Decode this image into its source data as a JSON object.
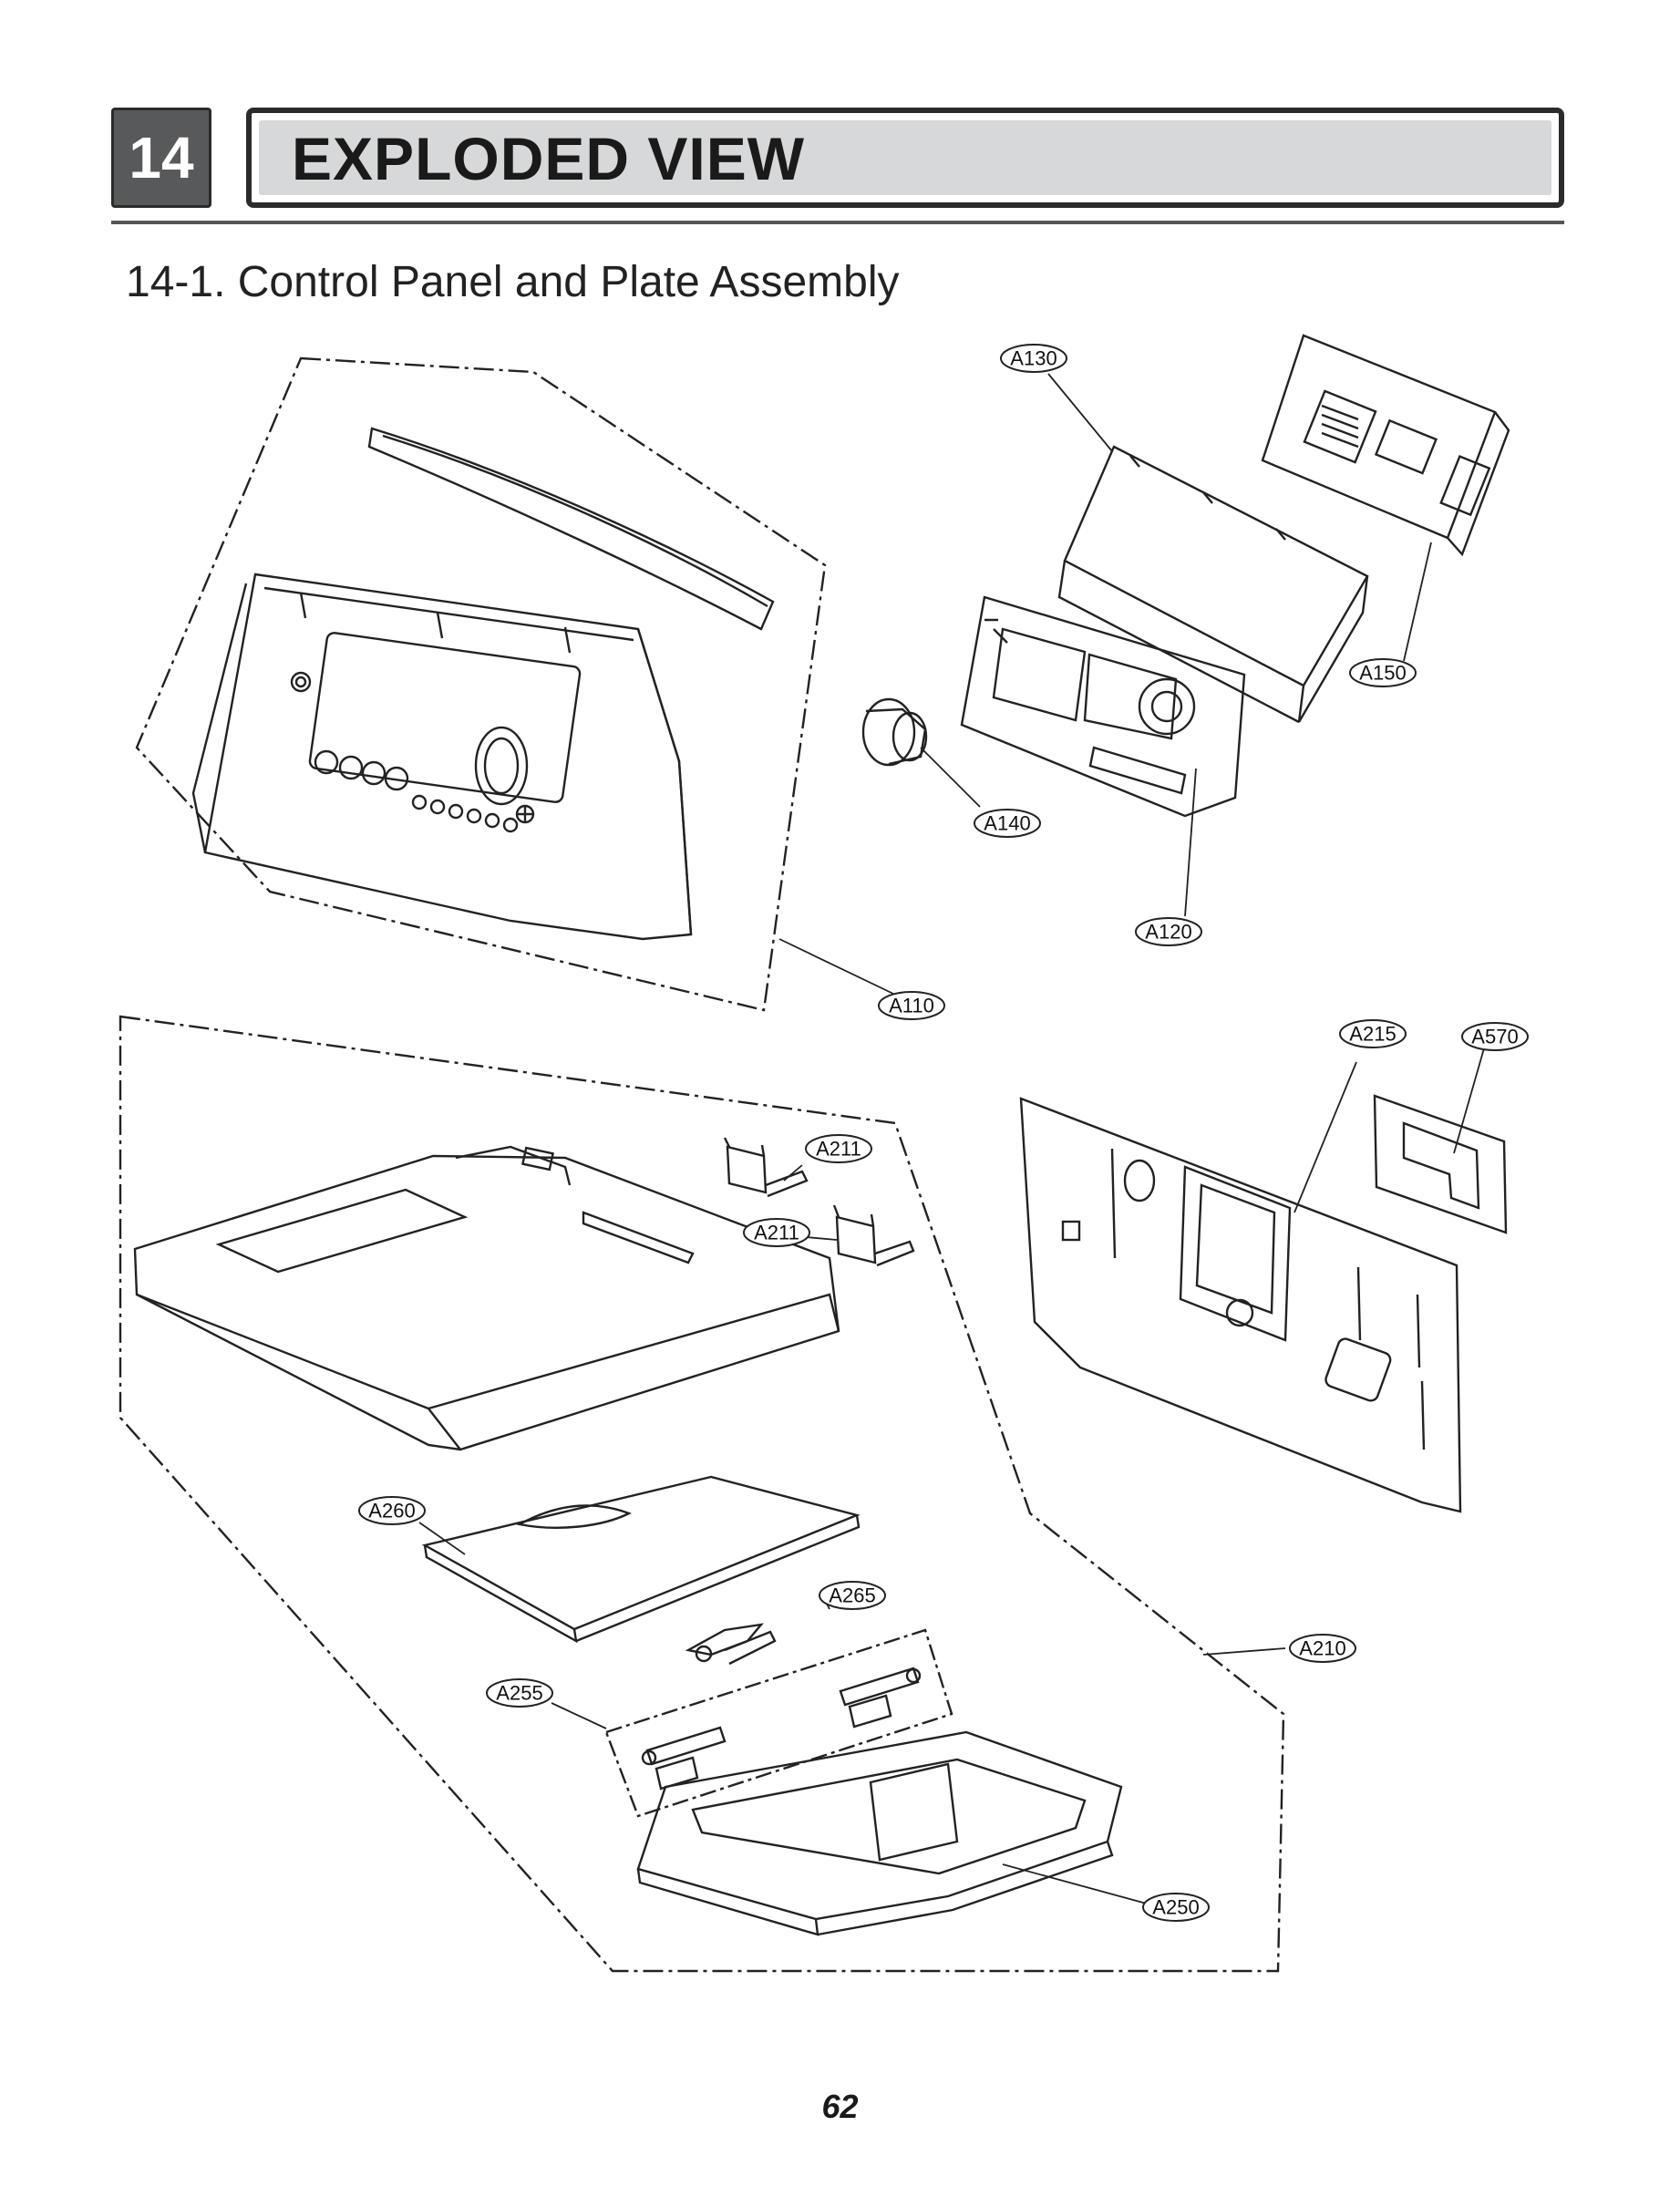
{
  "header": {
    "chapter_number": "14",
    "chapter_title": "EXPLODED VIEW"
  },
  "section": {
    "heading": "14-1. Control Panel and Plate Assembly"
  },
  "callouts": {
    "a110": "A110",
    "a120": "A120",
    "a130": "A130",
    "a140": "A140",
    "a150": "A150",
    "a210": "A210",
    "a211_upper": "A211",
    "a211_lower": "A211",
    "a215": "A215",
    "a250": "A250",
    "a255": "A255",
    "a260": "A260",
    "a265": "A265",
    "a570": "A570"
  },
  "footer": {
    "page_number": "62"
  }
}
